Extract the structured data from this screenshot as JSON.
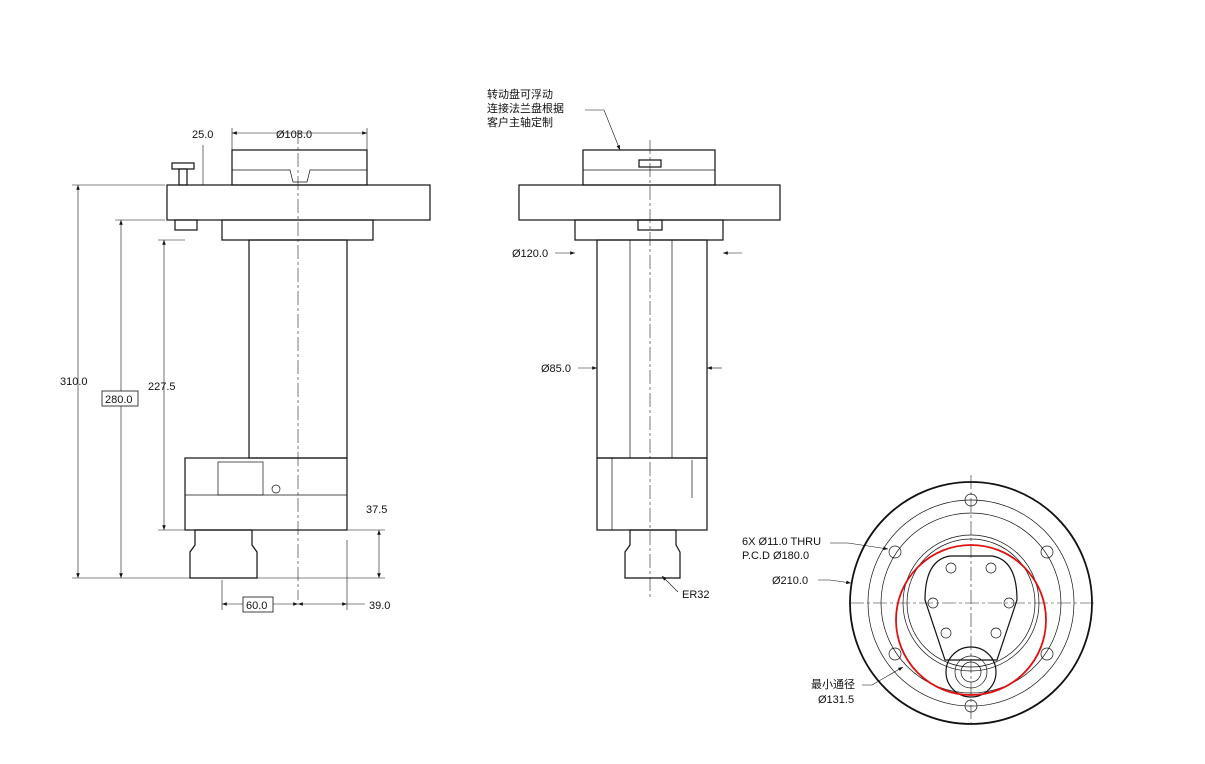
{
  "side_view": {
    "dim_top_offset": "25.0",
    "dim_top_dia": "Ø108.0",
    "dim_total_height": "310.0",
    "dim_ref_height": "280.0",
    "dim_body_height": "227.5",
    "dim_collet_height": "37.5",
    "dim_offset_left": "60.0",
    "dim_offset_right": "39.0"
  },
  "front_view": {
    "note_lines": [
      "转动盘可浮动",
      "连接法兰盘根据",
      "客户主轴定制"
    ],
    "dim_ring_dia": "Ø120.0",
    "dim_column_dia": "Ø85.0",
    "collet_label": "ER32"
  },
  "bottom_view": {
    "holes_note_1": "6X Ø11.0 THRU",
    "holes_note_2": "P.C.D Ø180.0",
    "dim_outer_dia": "Ø210.0",
    "min_bore_label": "最小通径",
    "min_bore_dia": "Ø131.5",
    "highlight_color": "#e01010"
  }
}
